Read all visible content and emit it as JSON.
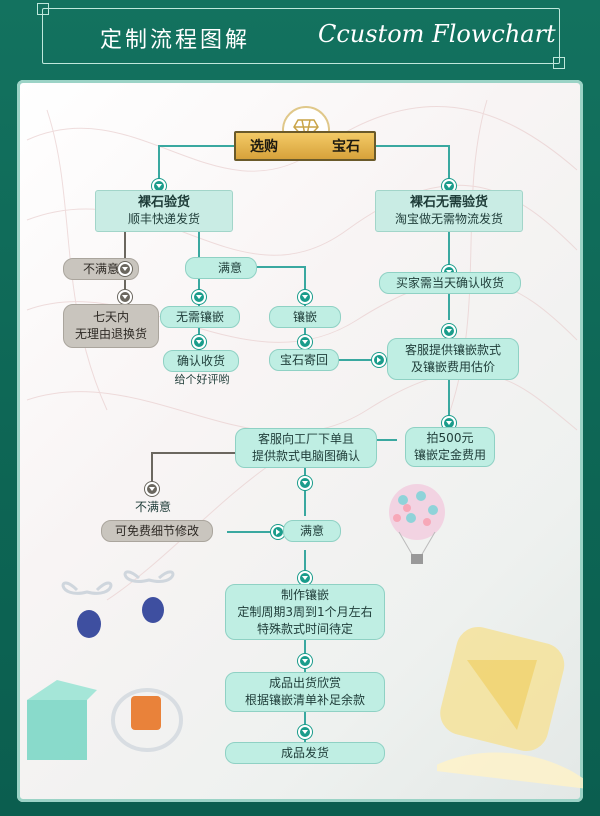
{
  "header": {
    "title_cn": "定制流程图解",
    "title_en": "Ccustom Flowchart"
  },
  "flow": {
    "select": {
      "left": "选购",
      "right": "宝石"
    },
    "loose_inspect": {
      "title": "裸石验货",
      "sub": "顺丰快递发货"
    },
    "no_inspect": {
      "title": "裸石无需验货",
      "sub": "淘宝做无需物流发货"
    },
    "unsatisfied_1": "不满意",
    "return_policy": {
      "line1": "七天内",
      "line2": "无理由退换货"
    },
    "satisfied_1": "满意",
    "no_setting": "无需镶嵌",
    "setting": "镶嵌",
    "confirm_receipt": {
      "line1": "确认收货",
      "line2": "给个好评哟"
    },
    "send_back": "宝石寄回",
    "buyer_confirm": "买家需当天确认收货",
    "cs_provide": {
      "line1": "客服提供镶嵌款式",
      "line2": "及镶嵌费用估价"
    },
    "deposit": {
      "line1": "拍500元",
      "line2": "镶嵌定金费用"
    },
    "factory_order": {
      "line1": "客服向工厂下单且",
      "line2": "提供款式电脑图确认"
    },
    "unsatisfied_2": "不满意",
    "free_modify": "可免费细节修改",
    "satisfied_2": "满意",
    "production": {
      "line1": "制作镶嵌",
      "line2": "定制周期3周到1个月左右",
      "line3": "特殊款式时间待定"
    },
    "ship_appreciate": {
      "line1": "成品出货欣赏",
      "line2": "根据镶嵌清单补足余款"
    },
    "final": "成品发货"
  },
  "colors": {
    "teal": "#1a9c8b",
    "mint": "#bfeee3",
    "gold": "#d7a23b",
    "grey": "#c9c5be",
    "line_teal": "#3aa8a0",
    "line_grey": "#6b675f"
  }
}
